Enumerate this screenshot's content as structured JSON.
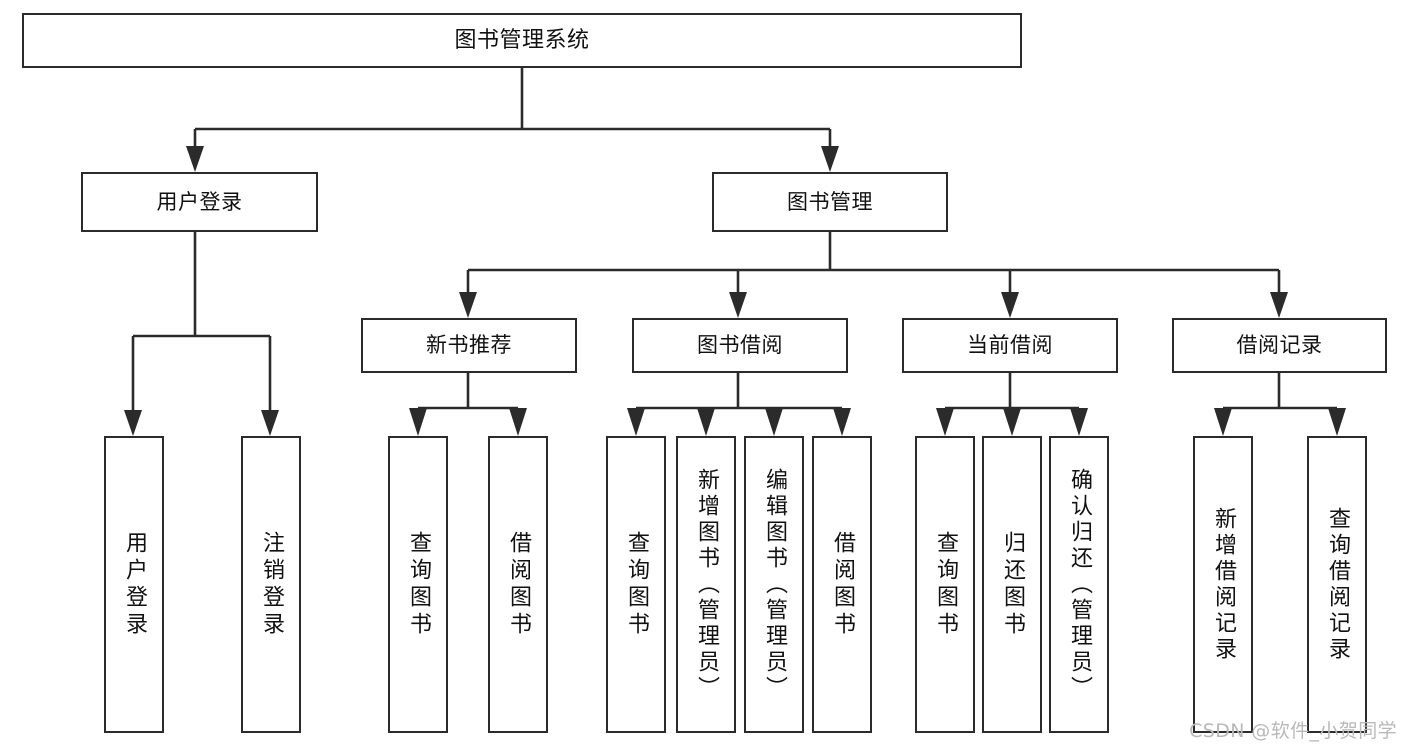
{
  "diagram": {
    "title": "图书管理系统",
    "type": "hierarchical-tree",
    "watermark": "CSDN @软件_小贺同学",
    "colors": {
      "box_border": "#2b2b2b",
      "box_fill": "#ffffff",
      "connector": "#2b2b2b",
      "text": "#111111",
      "watermark": "#b9b9b9",
      "background": "#ffffff"
    },
    "nodes": {
      "root": {
        "label": "图书管理系统"
      },
      "level2": [
        {
          "id": "user-login",
          "label": "用户登录"
        },
        {
          "id": "book-manage",
          "label": "图书管理"
        }
      ],
      "level3": [
        {
          "id": "new-book-recommend",
          "label": "新书推荐",
          "parent": "book-manage"
        },
        {
          "id": "book-borrow",
          "label": "图书借阅",
          "parent": "book-manage"
        },
        {
          "id": "current-borrow",
          "label": "当前借阅",
          "parent": "book-manage"
        },
        {
          "id": "borrow-record",
          "label": "借阅记录",
          "parent": "book-manage"
        }
      ],
      "leaves": {
        "user-login": [
          {
            "id": "leaf-user-login",
            "label": "用户登录"
          },
          {
            "id": "leaf-logout",
            "label": "注销登录"
          }
        ],
        "new-book-recommend": [
          {
            "id": "leaf-query-book-1",
            "label": "查询图书"
          },
          {
            "id": "leaf-borrow-book-1",
            "label": "借阅图书"
          }
        ],
        "book-borrow": [
          {
            "id": "leaf-query-book-2",
            "label": "查询图书"
          },
          {
            "id": "leaf-add-book",
            "label": "新增图书（管理员）"
          },
          {
            "id": "leaf-edit-book",
            "label": "编辑图书（管理员）"
          },
          {
            "id": "leaf-borrow-book-2",
            "label": "借阅图书"
          }
        ],
        "current-borrow": [
          {
            "id": "leaf-query-book-3",
            "label": "查询图书"
          },
          {
            "id": "leaf-return-book",
            "label": "归还图书"
          },
          {
            "id": "leaf-confirm-return",
            "label": "确认归还（管理员）"
          }
        ],
        "borrow-record": [
          {
            "id": "leaf-add-record",
            "label": "新增借阅记录"
          },
          {
            "id": "leaf-query-record",
            "label": "查询借阅记录"
          }
        ]
      }
    }
  }
}
